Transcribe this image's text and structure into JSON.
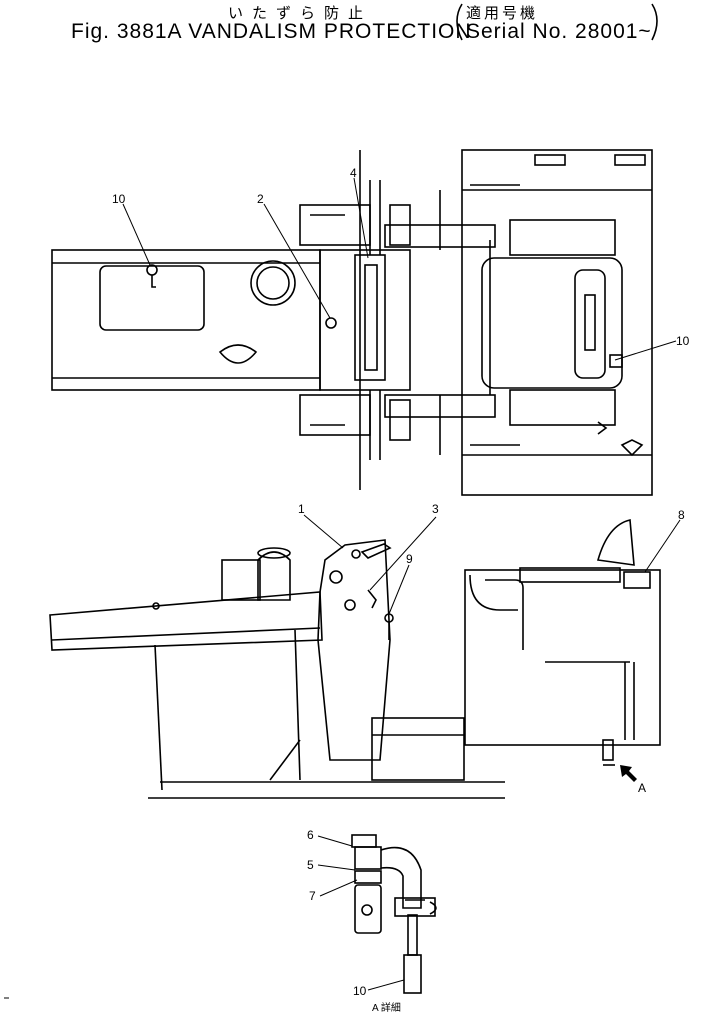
{
  "header": {
    "title_jp": "いたずら防止",
    "applicability_jp": "適用号機",
    "figure_title": "Fig. 3881A VANDALISM PROTECTION",
    "serial": "Serial No. 28001~"
  },
  "callouts": {
    "top_view": [
      "10",
      "2",
      "4",
      "10"
    ],
    "side_view": [
      "1",
      "3",
      "9",
      "8"
    ],
    "view_arrow": "A",
    "detail": [
      "6",
      "5",
      "7",
      "10"
    ]
  },
  "detail_caption": "A 詳細"
}
